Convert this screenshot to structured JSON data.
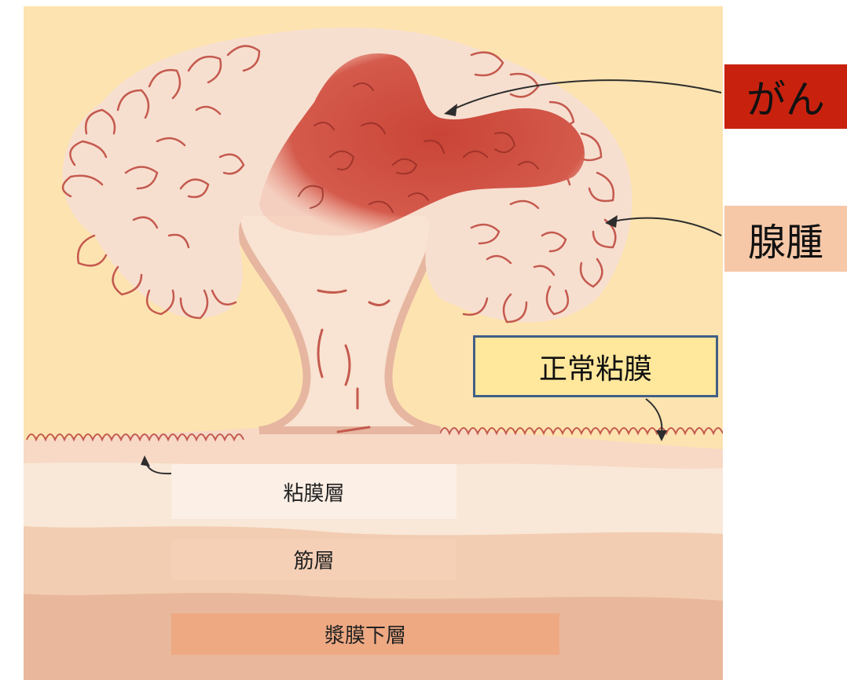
{
  "labels": {
    "cancer": "がん",
    "adenoma": "腺腫",
    "normal_mucosa": "正常粘膜"
  },
  "layers": {
    "mucosa": "粘膜層",
    "muscle": "筋層",
    "subserosa": "漿膜下層"
  },
  "colors": {
    "background_panel": "#fde3b0",
    "cancer_box": "#c8220f",
    "adenoma_box": "#f6c8a8",
    "normal_box": "#ffe79b",
    "normal_box_border": "#3f5f86",
    "tumor": "#cf5448",
    "gland_outline": "#c45a4e",
    "mucosa_layer": "#f9e7d8",
    "muscle_layer": "#f2cdb2",
    "serosa_layer": "#e9b89c"
  }
}
